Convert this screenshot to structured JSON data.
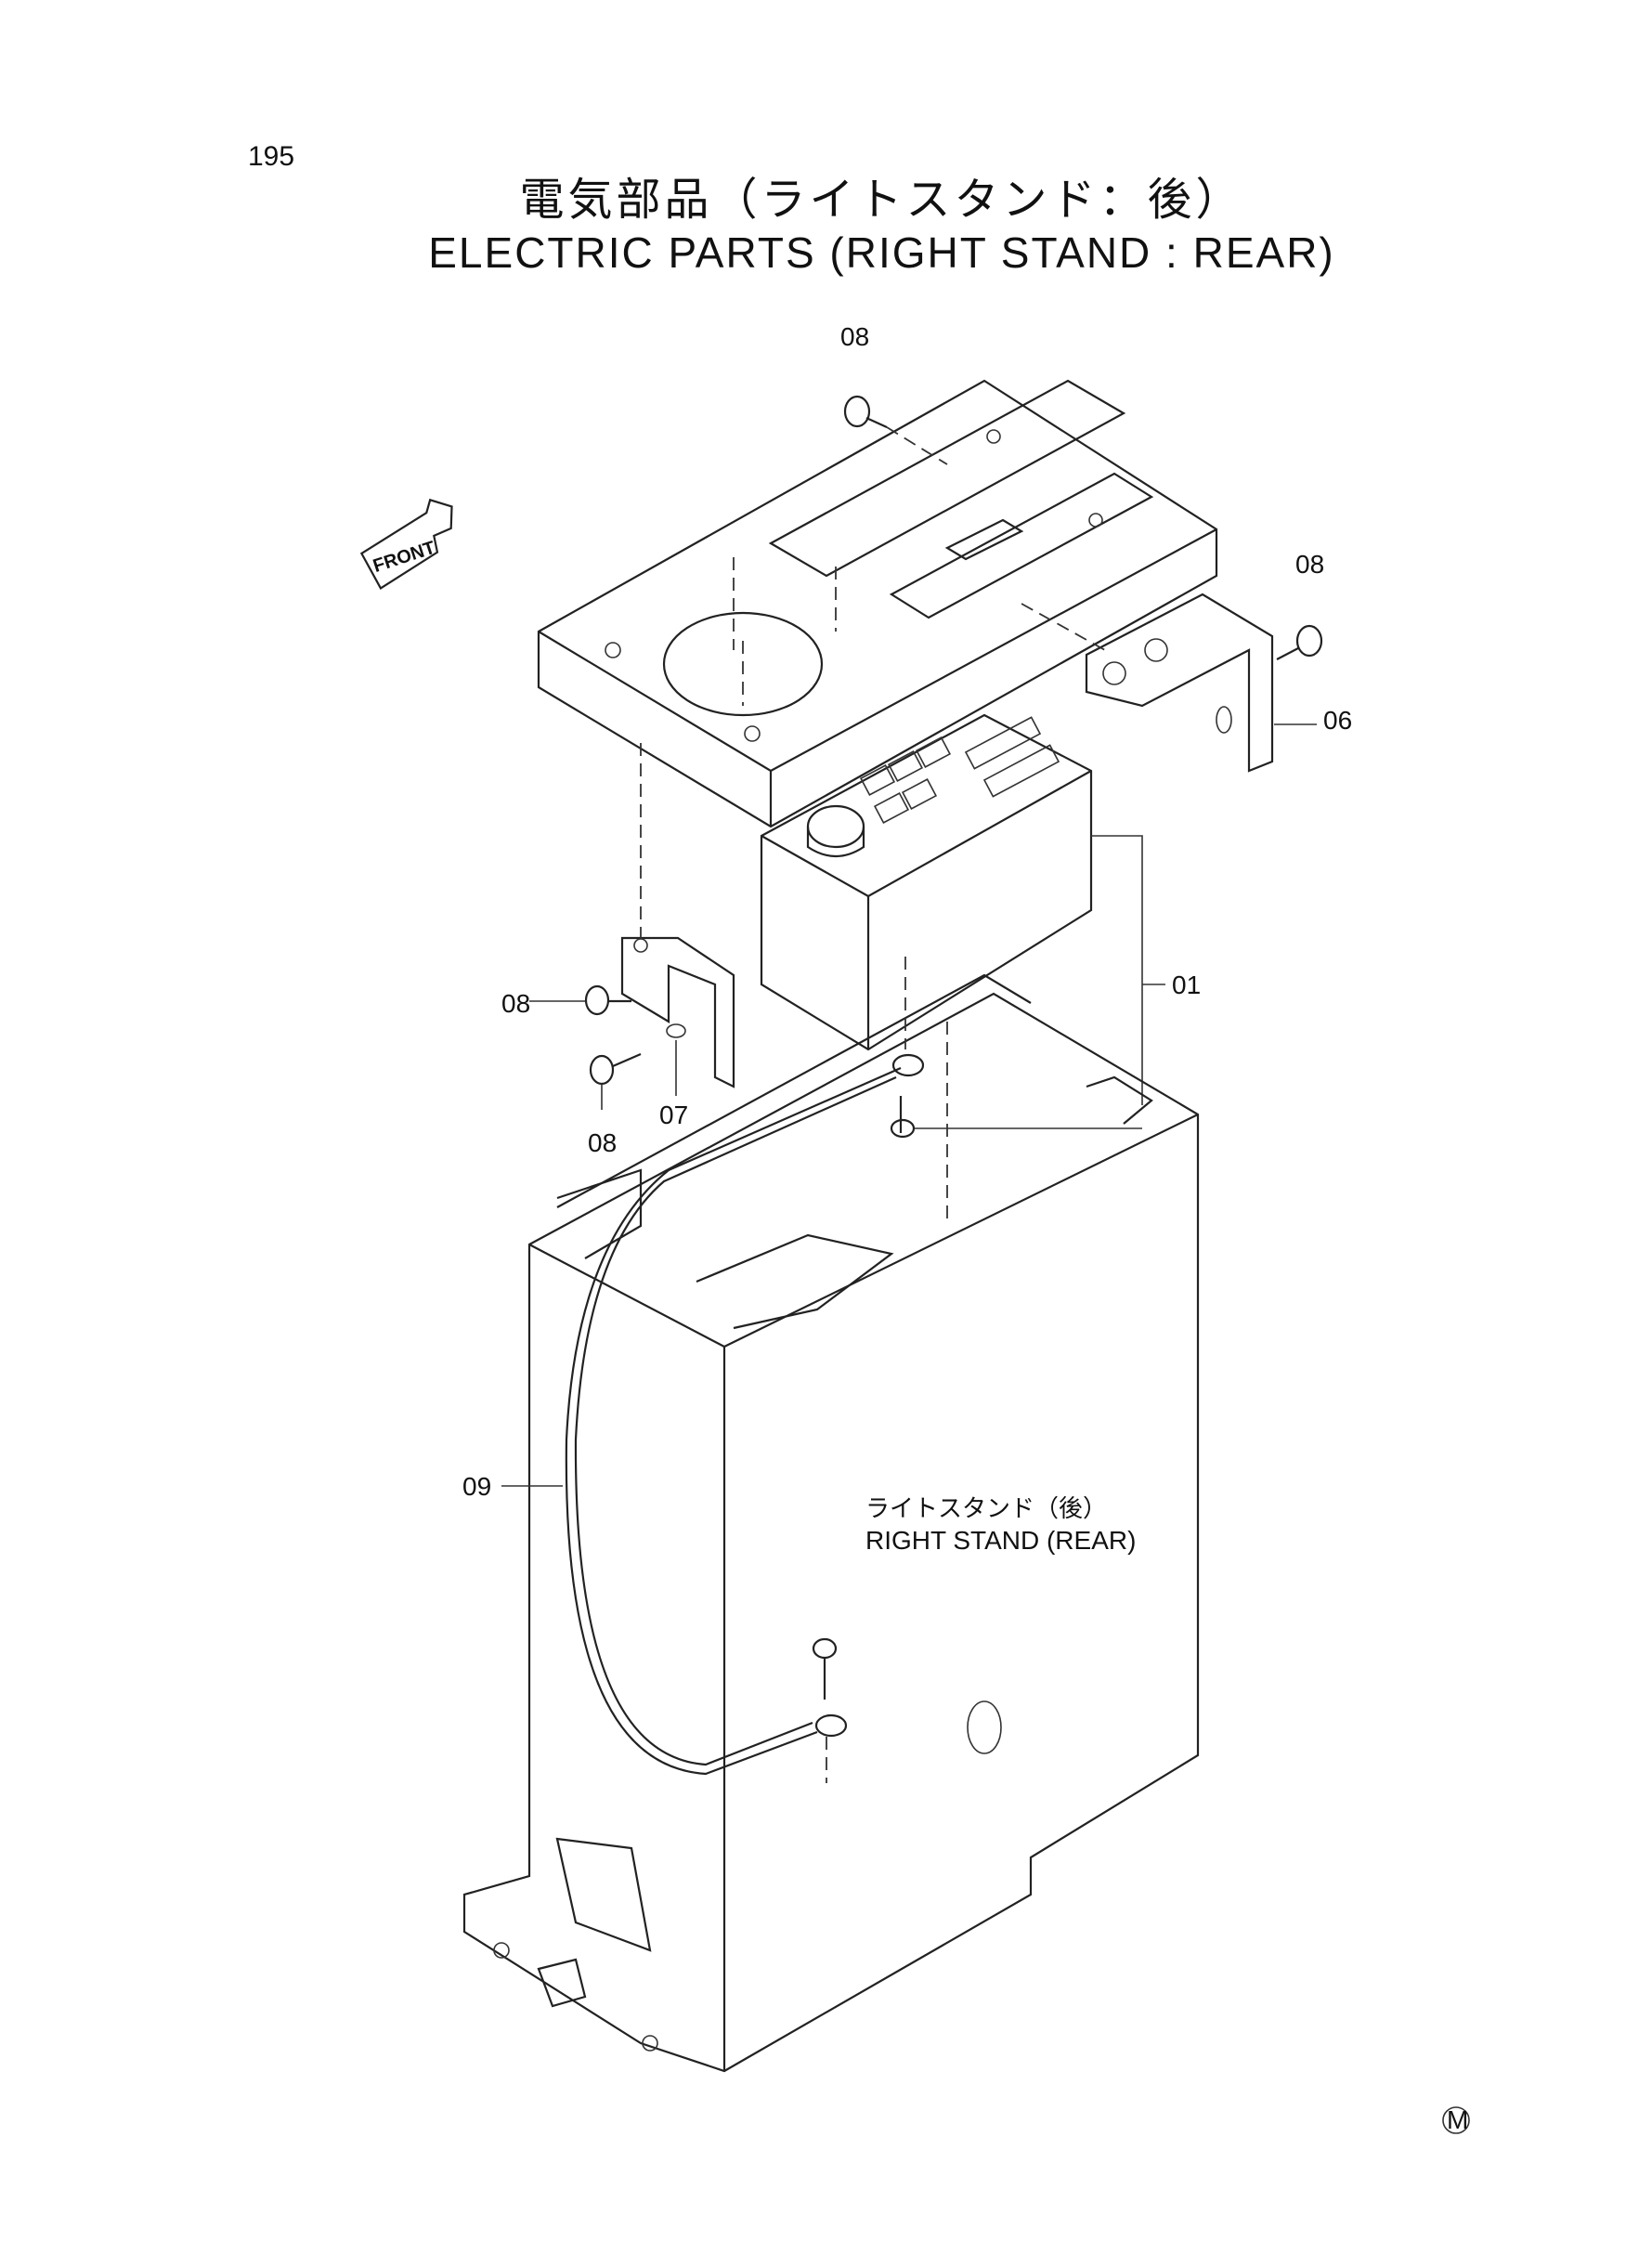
{
  "page": {
    "number": "195",
    "title_jp": "電気部品（ライトスタンド：後）",
    "title_en": "ELECTRIC PARTS (RIGHT STAND : REAR)"
  },
  "diagram": {
    "front_marker": "FRONT",
    "callouts": [
      {
        "id": "08",
        "label": "08"
      },
      {
        "id": "08b",
        "label": "08"
      },
      {
        "id": "06",
        "label": "06"
      },
      {
        "id": "01",
        "label": "01"
      },
      {
        "id": "08c",
        "label": "08"
      },
      {
        "id": "08d",
        "label": "08"
      },
      {
        "id": "07",
        "label": "07"
      },
      {
        "id": "09",
        "label": "09"
      }
    ],
    "stand_label_jp": "ライトスタンド（後）",
    "stand_label_en": "RIGHT STAND (REAR)",
    "corner_mark": "M"
  }
}
